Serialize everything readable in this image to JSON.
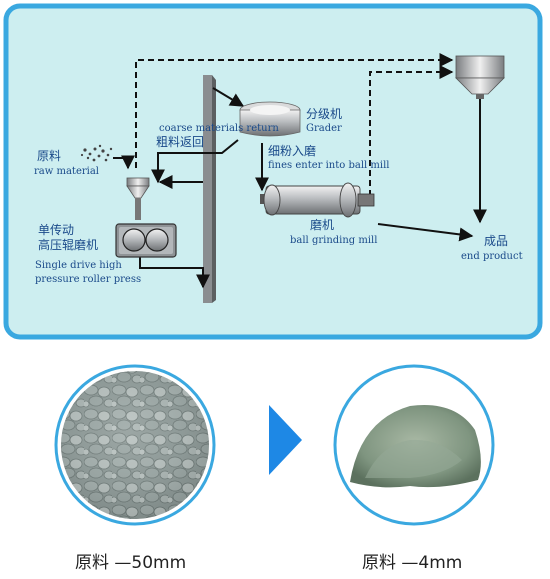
{
  "diagram": {
    "labels": {
      "coarse_return_en": "coarse materials return",
      "coarse_return_zh": "粗料返回",
      "raw_material_zh": "原料",
      "raw_material_en": "raw material",
      "grader_zh": "分级机",
      "grader_en": "Grader",
      "fines_zh": "细粉入磨",
      "fines_en": "fines enter into ball mill",
      "ball_mill_zh": "磨机",
      "ball_mill_en": "ball grinding mill",
      "end_product_zh": "成品",
      "end_product_en": "end product",
      "press_zh_1": "单传动",
      "press_zh_2": "高压辊磨机",
      "press_en_1": "Single drive high",
      "press_en_2": "pressure roller press"
    },
    "colors": {
      "panel_border": "#3aa8e0",
      "panel_fill": "#cdeef0",
      "arrow_line": "#111111",
      "play_arrow": "#1e88e5"
    }
  },
  "bottom": {
    "left_caption": "原料 —50mm",
    "right_caption": "原料 —4mm",
    "left_image": "coarse-stones-photo",
    "right_image": "fine-powder-photo"
  }
}
